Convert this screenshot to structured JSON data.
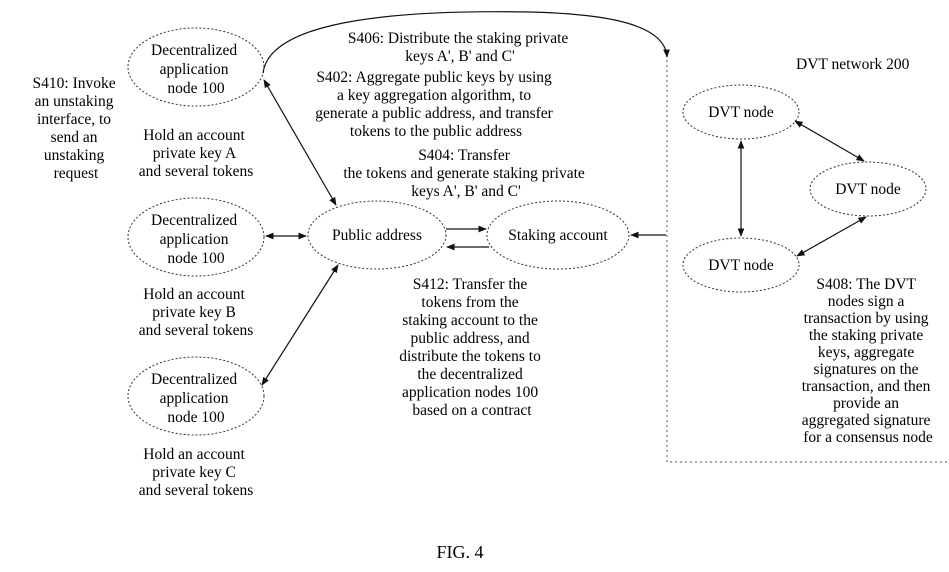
{
  "nodes": {
    "dapp_a": [
      "Decentralized",
      "application",
      "node 100"
    ],
    "dapp_b": [
      "Decentralized",
      "application",
      "node 100"
    ],
    "dapp_c": [
      "Decentralized",
      "application",
      "node 100"
    ],
    "public_address": "Public address",
    "staking_account": "Staking account",
    "dvt_top": "DVT node",
    "dvt_right": "DVT node",
    "dvt_bottom": "DVT node"
  },
  "dvt_network_label": "DVT network 200",
  "holdings": {
    "a": [
      "Hold an account",
      "private key A",
      "and several tokens"
    ],
    "b": [
      "Hold an account",
      "private key B",
      "and several tokens"
    ],
    "c": [
      "Hold an account",
      "private key C",
      "and several tokens"
    ]
  },
  "steps": {
    "s406": [
      "S406: Distribute the staking private",
      "keys A', B' and C'"
    ],
    "s402": [
      "S402: Aggregate public keys by using",
      "a key aggregation algorithm, to",
      "generate a public address, and transfer",
      "tokens to the public address"
    ],
    "s404": [
      "S404: Transfer",
      "the tokens and generate staking private",
      "keys A', B' and C'"
    ],
    "s410": [
      "S410: Invoke",
      "an unstaking",
      "interface, to",
      "send an",
      "unstaking",
      "request"
    ],
    "s412": [
      "S412: Transfer the",
      "tokens from the",
      "staking account to the",
      "public address, and",
      "distribute the tokens to",
      "the decentralized",
      "application nodes 100",
      "based on a contract"
    ],
    "s408": [
      "S408: The DVT",
      "nodes sign a",
      "transaction by using",
      "the staking private",
      "keys, aggregate",
      "signatures on the",
      "transaction, and then",
      "provide an",
      "aggregated signature",
      "for a consensus node"
    ]
  },
  "figure_label": "FIG. 4"
}
